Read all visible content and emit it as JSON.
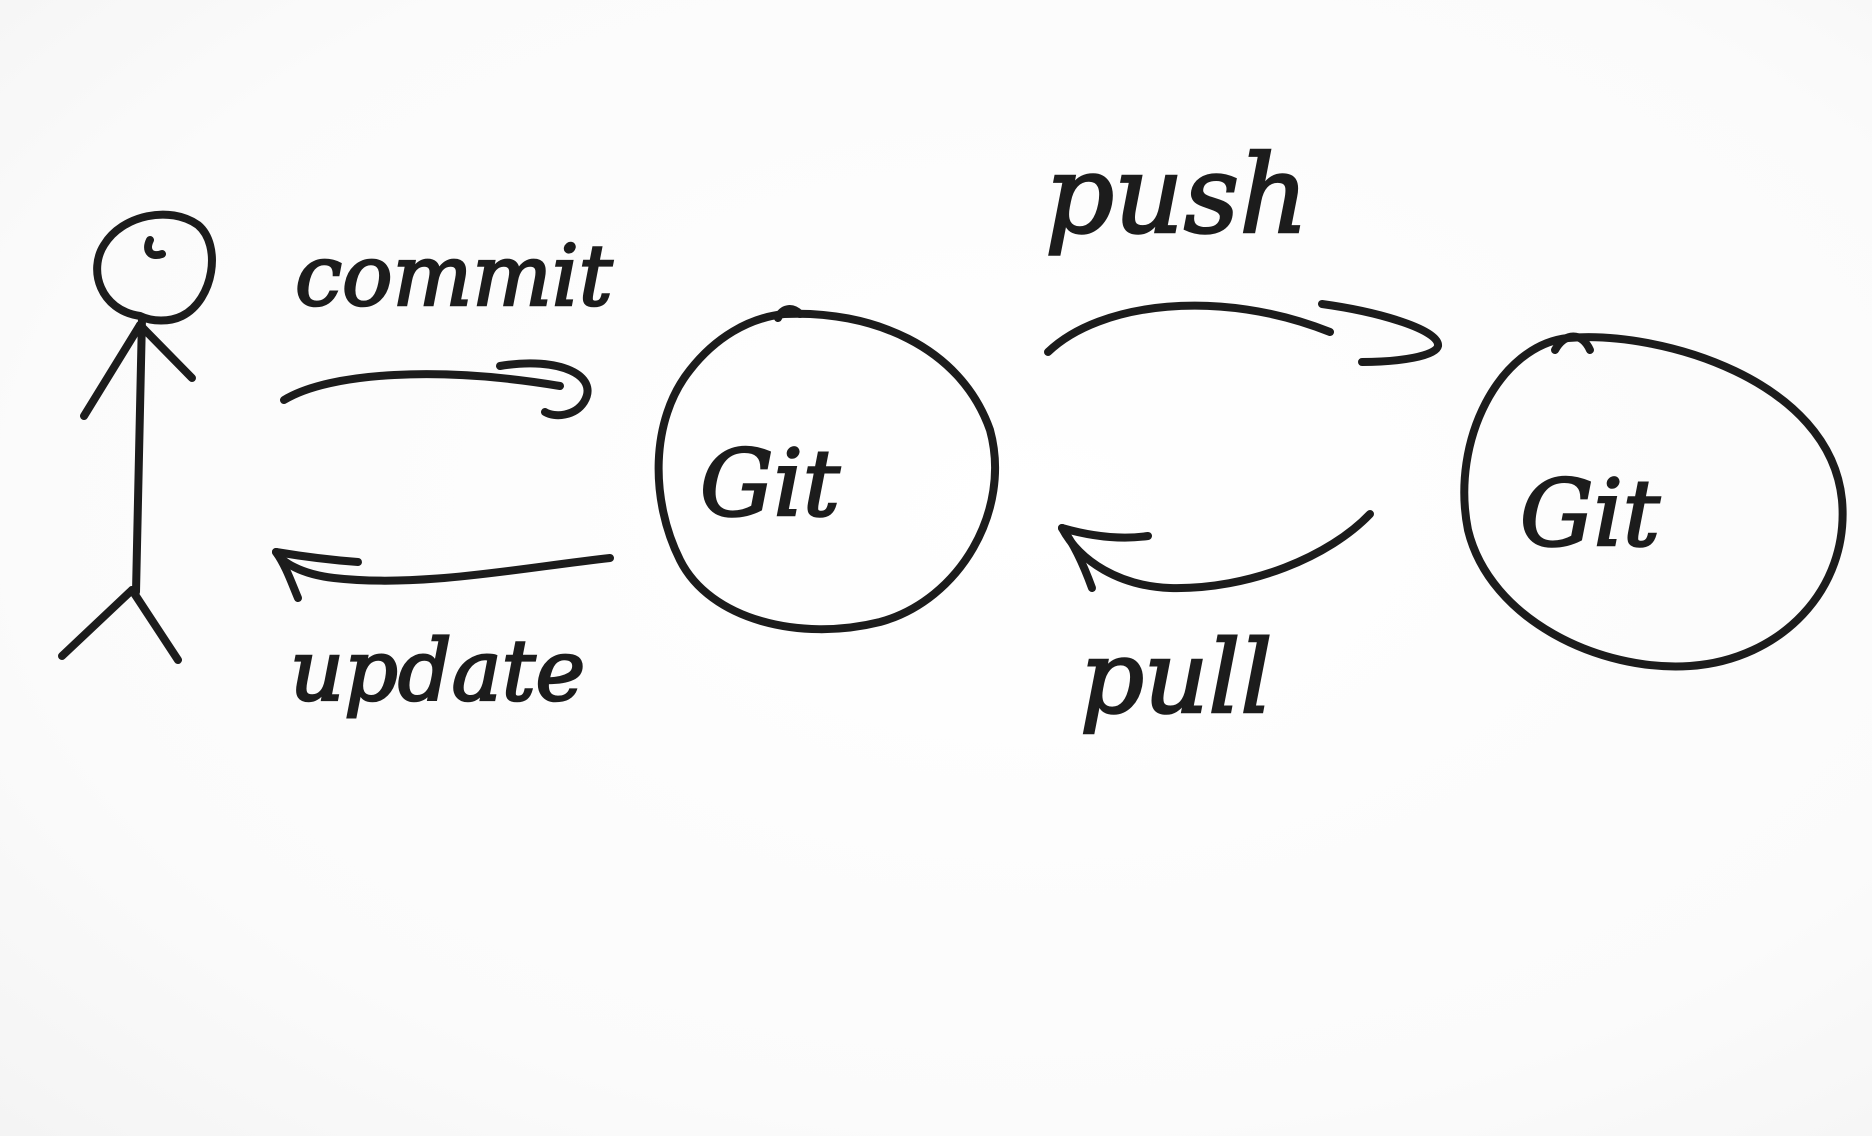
{
  "diagram": {
    "actor": {
      "icon": "stick-figure-user-icon"
    },
    "nodes": {
      "local_repo": {
        "label": "Git"
      },
      "remote_repo": {
        "label": "Git"
      }
    },
    "edges": {
      "commit": {
        "label": "commit",
        "from": "actor",
        "to": "local_repo"
      },
      "update": {
        "label": "update",
        "from": "local_repo",
        "to": "actor"
      },
      "push": {
        "label": "push",
        "from": "local_repo",
        "to": "remote_repo"
      },
      "pull": {
        "label": "pull",
        "from": "remote_repo",
        "to": "local_repo"
      }
    }
  }
}
